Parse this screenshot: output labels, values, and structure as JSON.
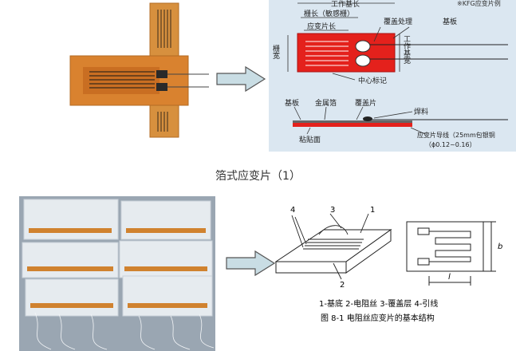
{
  "caption": "箔式应变片（1）",
  "diagram_top": {
    "note": "※KFG应变片例",
    "label_work_length": "工作基长",
    "label_grid_length": "栅长（敏感栅）",
    "label_gauge_length": "应变片长",
    "label_cover": "覆盖处理",
    "label_substrate": "基板",
    "label_grid_width": "栅宽",
    "label_work_width": "工作基宽",
    "label_center_mark": "中心标记",
    "label_substrate2": "基板",
    "label_metal_foil": "金属箔",
    "label_cover_sheet": "覆盖片",
    "label_solder": "焊料",
    "label_bond_surface": "粘贴面",
    "label_lead": "应变片导线（25mm包银铜",
    "label_lead_dia": "（ϕ0.12~0.16）"
  },
  "diagram_bottom": {
    "num_1": "1",
    "num_2": "2",
    "num_3": "3",
    "num_4": "4",
    "dim_b": "b",
    "dim_l": "l",
    "legend": "1-基底  2-电阻丝  3-覆盖层  4-引线",
    "figure_title": "图 8-1 电阻丝应变片的基本结构"
  },
  "colors": {
    "panel_bg": "#dbe7f1",
    "gauge_red": "#e4211c",
    "photo_orange": "#d98a3e",
    "arrow_fill": "#c9dde4"
  }
}
